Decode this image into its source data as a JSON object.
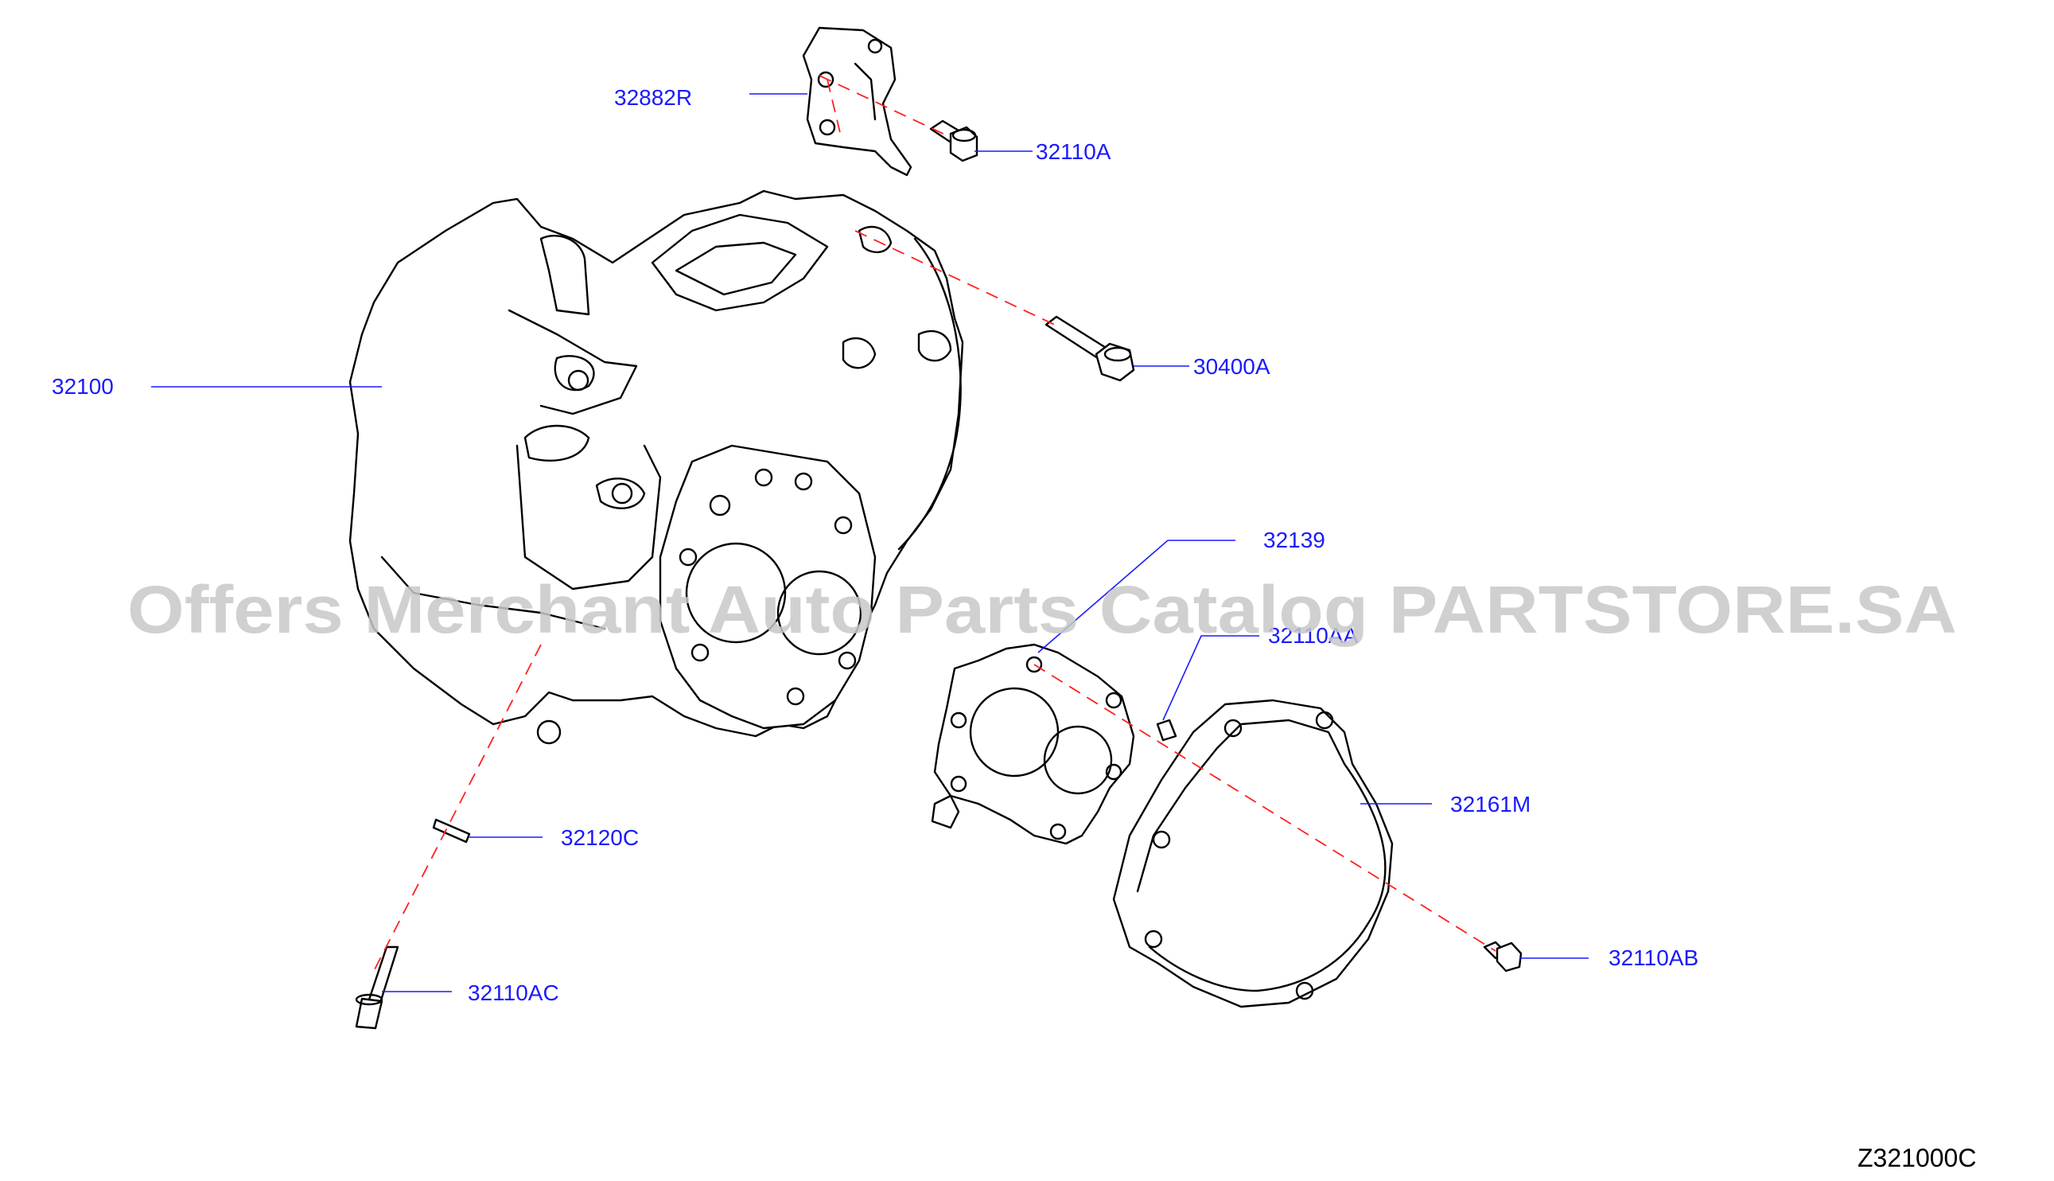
{
  "diagram": {
    "figure_code": "Z321000C",
    "watermark": "Offers Merchant Auto Parts Catalog PARTSTORE.SA",
    "parts": [
      {
        "id": "p-32882R",
        "label": "32882R"
      },
      {
        "id": "p-32110A",
        "label": "32110A"
      },
      {
        "id": "p-30400A",
        "label": "30400A"
      },
      {
        "id": "p-32100",
        "label": "32100"
      },
      {
        "id": "p-32139",
        "label": "32139"
      },
      {
        "id": "p-32110AA",
        "label": "32110AA"
      },
      {
        "id": "p-32161M",
        "label": "32161M"
      },
      {
        "id": "p-32120C",
        "label": "32120C"
      },
      {
        "id": "p-32110AB",
        "label": "32110AB"
      },
      {
        "id": "p-32110AC",
        "label": "32110AC"
      }
    ]
  }
}
